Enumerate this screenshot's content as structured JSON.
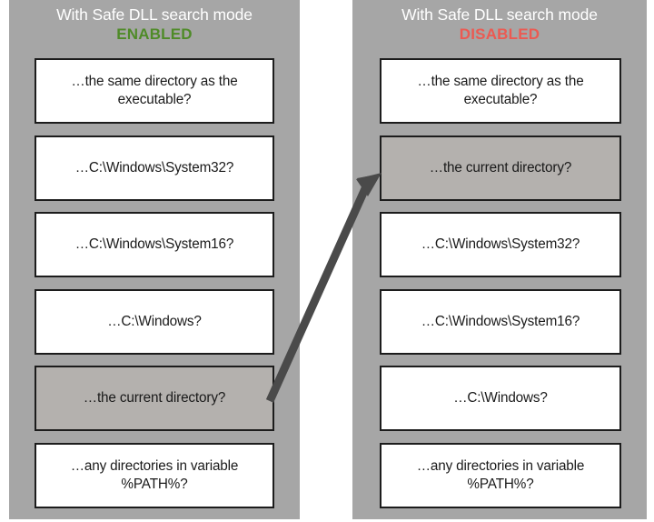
{
  "diagram": {
    "title_common": "With Safe DLL search mode",
    "panels": [
      {
        "id": "safe-dll-enabled",
        "title": "With Safe DLL search mode",
        "state": "ENABLED",
        "state_color": "#4f8b28",
        "steps": [
          {
            "label": "…the same directory as the executable?",
            "highlighted": false
          },
          {
            "label": "…C:\\Windows\\System32?",
            "highlighted": false
          },
          {
            "label": "…C:\\Windows\\System16?",
            "highlighted": false
          },
          {
            "label": "…C:\\Windows?",
            "highlighted": false
          },
          {
            "label": "…the current directory?",
            "highlighted": true
          },
          {
            "label": "…any directories in variable %PATH%?",
            "highlighted": false
          }
        ]
      },
      {
        "id": "safe-dll-disabled",
        "title": "With Safe DLL search mode",
        "state": "DISABLED",
        "state_color": "#ec5a52",
        "steps": [
          {
            "label": "…the same directory as the executable?",
            "highlighted": false
          },
          {
            "label": "…the current directory?",
            "highlighted": true
          },
          {
            "label": "…C:\\Windows\\System32?",
            "highlighted": false
          },
          {
            "label": "…C:\\Windows\\System16?",
            "highlighted": false
          },
          {
            "label": "…C:\\Windows?",
            "highlighted": false
          },
          {
            "label": "…any directories in variable %PATH%?",
            "highlighted": false
          }
        ]
      }
    ],
    "connector": {
      "name": "current-directory-move-arrow",
      "color": "#4a4a4a",
      "from": "enabled current directory box",
      "to": "disabled current directory box"
    },
    "colors": {
      "panel_background": "#a6a6a6",
      "box_background": "#ffffff",
      "box_highlight": "#b4b1ae",
      "box_border": "#1c1c1c",
      "title_text": "#ffffff",
      "body_text": "#1a1a1a",
      "canvas": "#ffffff"
    }
  }
}
